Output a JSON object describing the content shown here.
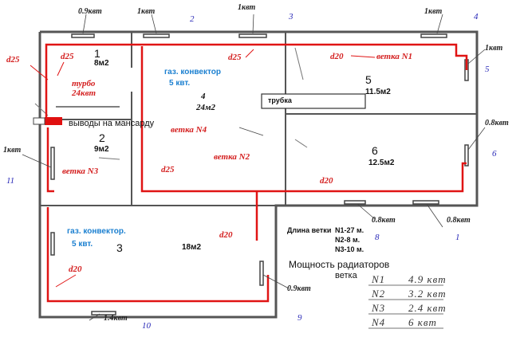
{
  "colors": {
    "pipe": "#e01414",
    "wall": "#555555",
    "boiler": "#e01010"
  },
  "rooms": {
    "r1": {
      "number": "1",
      "area": "8м2"
    },
    "r2": {
      "number": "2",
      "area": "9м2"
    },
    "r3": {
      "number": "3",
      "area": "18м2"
    },
    "r4": {
      "number": "4",
      "area": "24м2"
    },
    "r5": {
      "number": "5",
      "area": "11.5м2"
    },
    "r6": {
      "number": "6",
      "area": "12.5м2"
    }
  },
  "radiators": {
    "top_left": "0.9квт",
    "top_mid": "1квт",
    "top_right": "1квт",
    "top_far": "1квт",
    "right_upper": "1квт",
    "right_lower": "0.8квт",
    "left": "1квт",
    "bottom_mid": "0.8квт",
    "bottom_right": "0.8квт",
    "bottom_left": "1.4квт",
    "lower_middle": "0.9квт"
  },
  "radiator_numbers": [
    "1",
    "2",
    "3",
    "4",
    "5",
    "6",
    "8",
    "9",
    "10",
    "11"
  ],
  "pipes": {
    "d25_left": "d25",
    "d25_top": "d25",
    "d25_room4": "d25",
    "d25_bottom": "d25",
    "d20_room5": "d20",
    "d20_bottom": "d20",
    "d20_room3": "d20",
    "d20_lower": "d20"
  },
  "branches": {
    "n1": "ветка N1",
    "n2": "ветка N2",
    "n3": "ветка N3",
    "n4": "ветка N4"
  },
  "boiler": {
    "line1": "турбо",
    "line2": "24квт"
  },
  "outputs_label": "выводы на мансарду",
  "chimney_label": "трубка",
  "convectors": {
    "room4": {
      "line1": "газ. конвектор",
      "line2": "5 квт."
    },
    "room3": {
      "line1": "газ. конвектор.",
      "line2": "5 квт."
    }
  },
  "branch_length": {
    "title": "Длина ветки",
    "lines": [
      "N1-27 м.",
      "N2-8 м.",
      "N3-10 м."
    ]
  },
  "radiator_power": {
    "title": "Мощность радиаторов",
    "subtitle": "ветка",
    "rows": [
      {
        "branch": "N1",
        "value": "4.9 квт"
      },
      {
        "branch": "N2",
        "value": "3.2 квт"
      },
      {
        "branch": "N3",
        "value": "2.4 квт"
      },
      {
        "branch": "N4",
        "value": "6   квт"
      }
    ]
  }
}
